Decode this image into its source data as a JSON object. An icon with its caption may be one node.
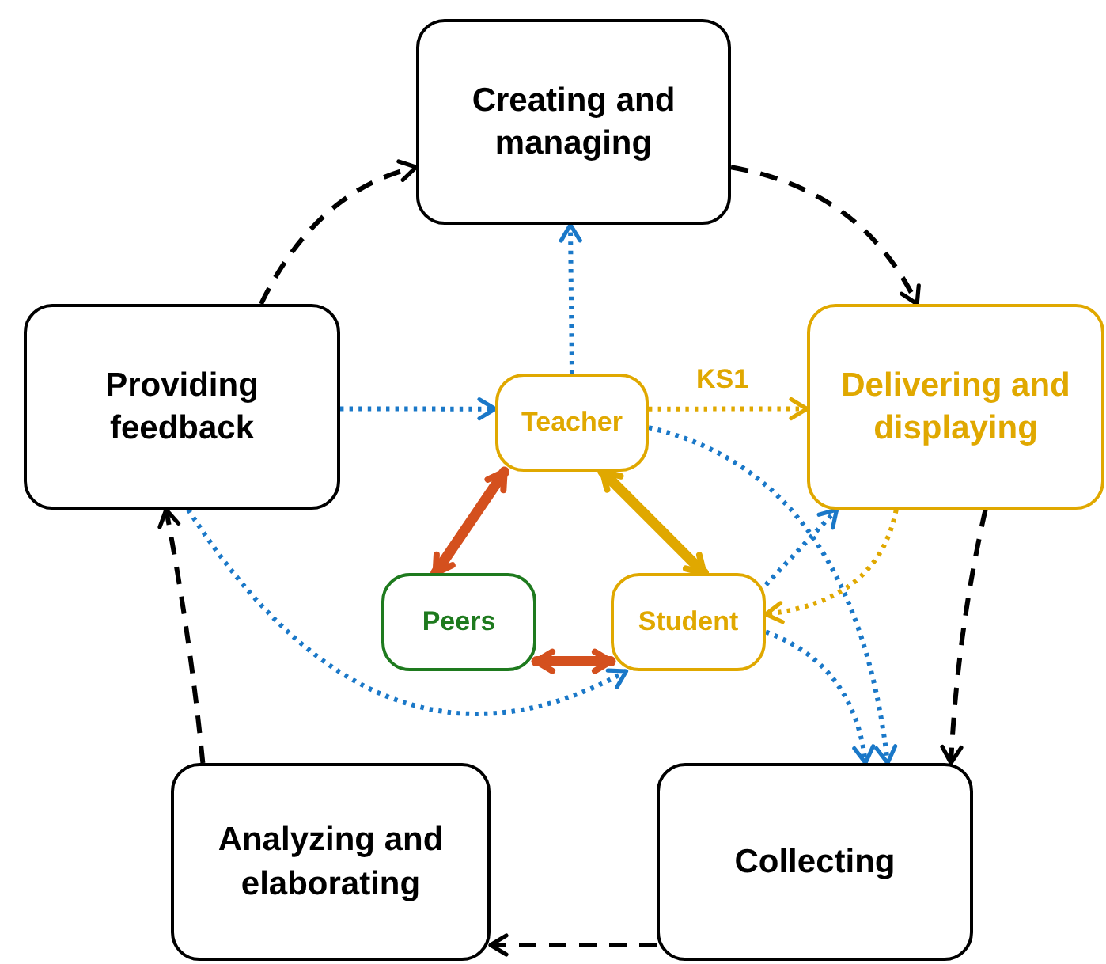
{
  "diagram": {
    "nodes": [
      {
        "text": [
          "Creating and managing"
        ]
      },
      {
        "text": [
          "Delivering and displaying"
        ]
      },
      {
        "text": [
          "Collecting"
        ]
      },
      {
        "text": [
          "Analyzing and elaborating"
        ]
      },
      {
        "text": [
          "Providing feedback"
        ]
      },
      {
        "text": [
          "Teacher"
        ]
      },
      {
        "text": [
          "Peers"
        ]
      },
      {
        "text": [
          "Student"
        ]
      }
    ],
    "edges": [
      {
        "from": 0,
        "to": 1,
        "arrow": "to",
        "style": "dashed",
        "color": "#000000"
      },
      {
        "from": 1,
        "to": 2,
        "arrow": "to",
        "style": "dashed",
        "color": "#000000"
      },
      {
        "from": 2,
        "to": 3,
        "arrow": "to",
        "style": "dashed",
        "color": "#000000"
      },
      {
        "from": 3,
        "to": 4,
        "arrow": "to",
        "style": "dashed",
        "color": "#000000"
      },
      {
        "from": 4,
        "to": 0,
        "arrow": "to",
        "style": "dashed",
        "color": "#000000"
      },
      {
        "from": 4,
        "to": 5,
        "arrow": "to",
        "style": "dashed"
      },
      {
        "from": 5,
        "to": 0,
        "arrow": "to",
        "style": "dashed"
      },
      {
        "from": 5,
        "to": 1,
        "arrow": "to",
        "label": "KS1",
        "style": "dashed",
        "color": "#e0a800"
      },
      {
        "from": 5,
        "to": 2,
        "arrow": "to",
        "style": "dashed"
      },
      {
        "from": 7,
        "to": 1,
        "arrow": "to",
        "style": "dashed"
      },
      {
        "from": 1,
        "to": 7,
        "arrow": "to",
        "style": "dashed",
        "color": "#e0a800"
      },
      {
        "from": 7,
        "to": 2,
        "arrow": "to",
        "style": "dashed"
      },
      {
        "from": 4,
        "to": 7,
        "arrow": "to",
        "style": "dashed"
      },
      {
        "from": 5,
        "to": 6,
        "arrow": "both",
        "style": "thick",
        "color": "#d4501e"
      },
      {
        "from": 6,
        "to": 7,
        "arrow": "both",
        "style": "thick",
        "color": "#d4501e"
      },
      {
        "from": 5,
        "to": 7,
        "arrow": "both",
        "style": "thick",
        "color": "#e0a800"
      }
    ]
  }
}
